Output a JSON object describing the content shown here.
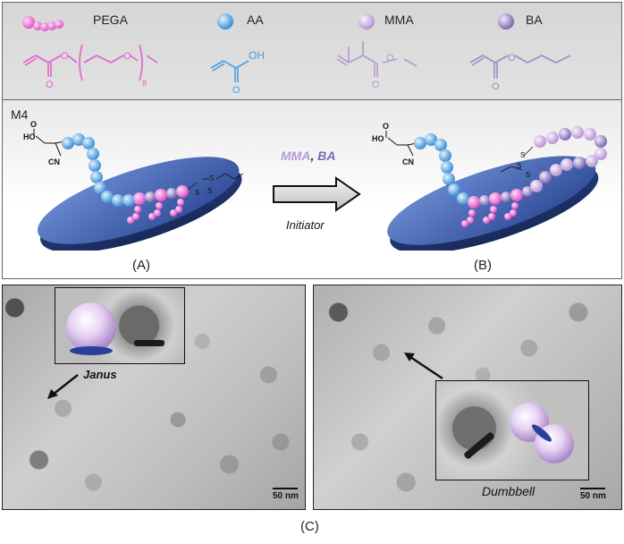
{
  "legend": {
    "pega": "PEGA",
    "aa": "AA",
    "mma": "MMA",
    "ba": "BA",
    "pega_subscript": "8",
    "aa_group": "OH",
    "atom_o": "O"
  },
  "scheme": {
    "sample": "M4",
    "reagents_mma": "MMA",
    "reagents_sep": ", ",
    "reagents_ba": "BA",
    "initiator": "Initiator",
    "label_a": "(A)",
    "label_b": "(B)",
    "end_group_ho": "HO",
    "end_group_o": "O",
    "end_group_cn": "CN",
    "atom_s": "S"
  },
  "tem": {
    "janus_label": "Janus",
    "dumbbell_label": "Dumbbell",
    "scale_left": "50 nm",
    "scale_right": "50 nm",
    "label_c": "(C)"
  },
  "colors": {
    "pega": "#e87ad8",
    "aa": "#5aa9e6",
    "mma": "#c9a9dc",
    "ba": "#9d8fc4",
    "disk": "#2e4d9a"
  }
}
